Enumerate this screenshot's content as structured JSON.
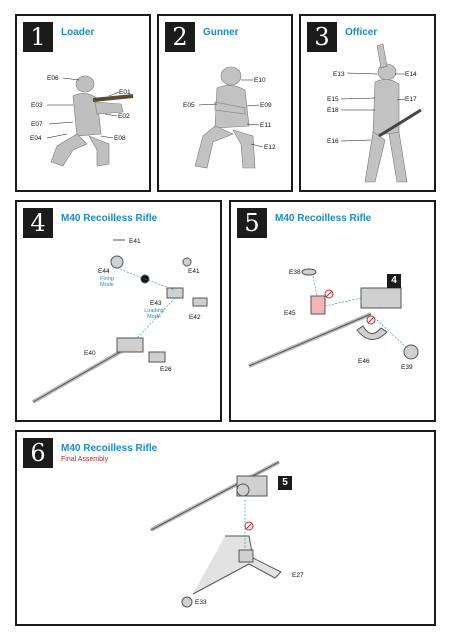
{
  "steps": [
    {
      "number": "1",
      "title": "Loader"
    },
    {
      "number": "2",
      "title": "Gunner"
    },
    {
      "number": "3",
      "title": "Officer"
    },
    {
      "number": "4",
      "title": "M40 Recoilless Rifle"
    },
    {
      "number": "5",
      "title": "M40 Recoilless Rifle"
    },
    {
      "number": "6",
      "title": "M40 Recoilless Rifle",
      "subtitle": "Final Assembly"
    }
  ],
  "parts": {
    "loader": [
      "E06",
      "E01",
      "E03",
      "E02",
      "E07",
      "E04",
      "E08"
    ],
    "gunner": [
      "E10",
      "E05",
      "E09",
      "E11",
      "E12"
    ],
    "officer": [
      "E13",
      "E14",
      "E15",
      "E18",
      "E17",
      "E16"
    ],
    "step4": [
      "E41",
      "E44",
      "E41",
      "E43",
      "E42",
      "E40",
      "E26"
    ],
    "step5": [
      "E38",
      "E45",
      "E46",
      "E39"
    ],
    "step6": [
      "E27",
      "E33"
    ]
  },
  "notes": {
    "firing_mode": "Firing Mode",
    "loading_mode": "Loading Mode"
  },
  "refs": {
    "step5_ref": "4",
    "step6_ref": "5"
  },
  "colors": {
    "title": "#1c8bc9",
    "subtitle": "#c0282d",
    "badge": "#1b1b1b"
  }
}
